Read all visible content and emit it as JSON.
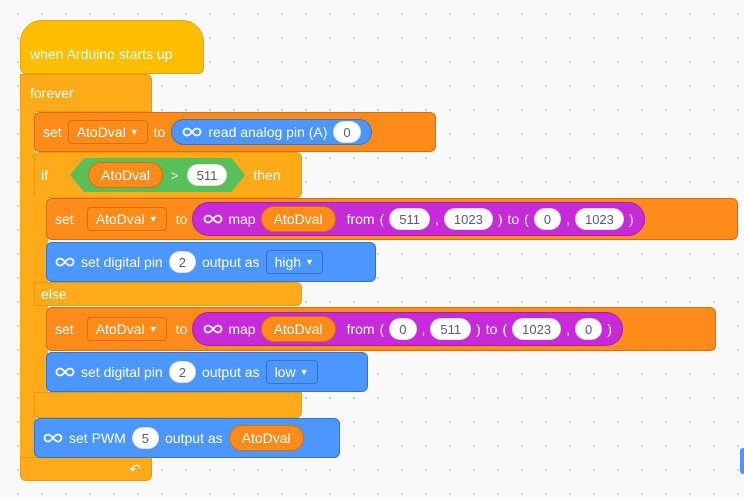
{
  "hat": {
    "label": "when Arduino starts up"
  },
  "forever": {
    "label": "forever",
    "loop_arrow": "loop-arrow-icon"
  },
  "blocks": {
    "set1": {
      "set": "set",
      "var": "AtoDval",
      "to": "to",
      "reporter_label": "read analog pin  (A)",
      "pin": "0"
    },
    "if": {
      "if_label": "if",
      "then_label": "then",
      "else_label": "else",
      "cond_var": "AtoDval",
      "op": ">",
      "cond_val": "511"
    },
    "set2": {
      "set": "set",
      "var": "AtoDval",
      "to": "to",
      "map": "map",
      "map_var": "AtoDval",
      "from": "from",
      "open": "(",
      "a": "511",
      "comma": ",",
      "b": "1023",
      "close": ")",
      "to2": "to",
      "c": "0",
      "d": "1023"
    },
    "dig1": {
      "label": "set digital pin",
      "pin": "2",
      "output": "output as",
      "value": "high"
    },
    "set3": {
      "set": "set",
      "var": "AtoDval",
      "to": "to",
      "map": "map",
      "map_var": "AtoDval",
      "from": "from",
      "open": "(",
      "a": "0",
      "comma": ",",
      "b": "511",
      "close": ")",
      "to2": "to",
      "c": "1023",
      "d": "0"
    },
    "dig2": {
      "label": "set digital pin",
      "pin": "2",
      "output": "output as",
      "value": "low"
    },
    "pwm": {
      "label": "set PWM",
      "pin": "5",
      "output": "output as",
      "value": "AtoDval"
    }
  },
  "colors": {
    "event": "#ffbf00",
    "control": "#ffab19",
    "variable": "#ff8c1a",
    "arduino": "#4c97ff",
    "map": "#c72bd9",
    "operator": "#59c059"
  },
  "icons": {
    "arduino": "infinity-icon",
    "dropdown": "caret-down-icon"
  }
}
